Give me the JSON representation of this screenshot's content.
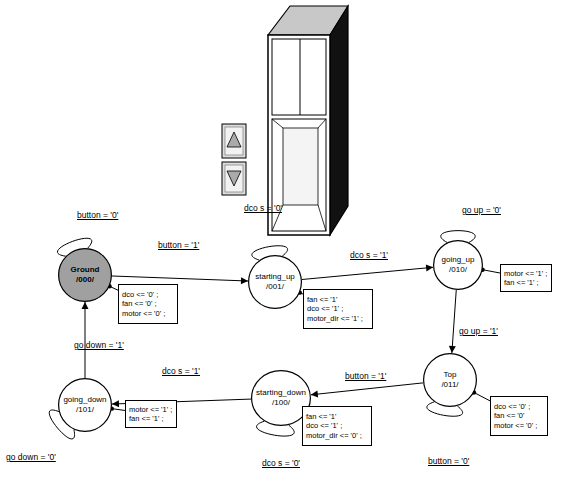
{
  "diagram": {
    "nodes": [
      {
        "text": [
          "Ground",
          "/000/"
        ]
      },
      {
        "text": [
          "dco <= '0' ;",
          "fan <= '0' ;",
          "motor <= '0' ;"
        ]
      },
      {
        "text": [
          "starting_up",
          "/001/"
        ]
      },
      {
        "text": [
          "fan <= '1'",
          "dco <= '1' ;",
          "motor_dir <= '1' ;"
        ]
      },
      {
        "text": [
          "going_up",
          "/010/"
        ]
      },
      {
        "text": [
          "motor <= '1' ;",
          "fan <= '1' ;"
        ]
      },
      {
        "text": [
          "Top",
          "/011/"
        ]
      },
      {
        "text": [
          "dco <= '0' ;",
          "fan <= '0'",
          "motor <= '0' ;"
        ]
      },
      {
        "text": [
          "starting_down",
          "/100/"
        ]
      },
      {
        "text": [
          "fan <= '1'",
          "dco <= '1' ;",
          "motor_dir <= '0' ;"
        ]
      },
      {
        "text": [
          "going_down",
          "/101/"
        ]
      },
      {
        "text": [
          "motor <= '1' ;",
          "fan <= '1' ;"
        ]
      }
    ],
    "edges": [
      {
        "from": 0,
        "to": 0,
        "label": "button = '0'",
        "arrow": "none"
      },
      {
        "from": 0,
        "to": 2,
        "label": "button = '1'",
        "arrow": "to"
      },
      {
        "from": 2,
        "to": 2,
        "label": "dco s = '0'",
        "arrow": "none"
      },
      {
        "from": 2,
        "to": 4,
        "label": "dco s = '1'",
        "arrow": "to"
      },
      {
        "from": 4,
        "to": 4,
        "label": "go up = '0'",
        "arrow": "none"
      },
      {
        "from": 4,
        "to": 6,
        "label": "go up = '1'",
        "arrow": "to"
      },
      {
        "from": 6,
        "to": 6,
        "label": "button = '0'",
        "arrow": "none"
      },
      {
        "from": 6,
        "to": 8,
        "label": "button = '1'",
        "arrow": "to"
      },
      {
        "from": 8,
        "to": 8,
        "label": "dco s = '0'",
        "arrow": "none"
      },
      {
        "from": 8,
        "to": 10,
        "label": "dco s = '1'",
        "arrow": "to"
      },
      {
        "from": 10,
        "to": 10,
        "label": "go down = '0'",
        "arrow": "none"
      },
      {
        "from": 10,
        "to": 0,
        "label": "go down = '1'",
        "arrow": "to"
      },
      {
        "from": 0,
        "to": 1,
        "arrow": "none"
      },
      {
        "from": 2,
        "to": 3,
        "arrow": "none"
      },
      {
        "from": 4,
        "to": 5,
        "arrow": "none"
      },
      {
        "from": 6,
        "to": 7,
        "arrow": "none"
      },
      {
        "from": 8,
        "to": 9,
        "arrow": "none"
      },
      {
        "from": 10,
        "to": 11,
        "arrow": "none"
      }
    ]
  }
}
